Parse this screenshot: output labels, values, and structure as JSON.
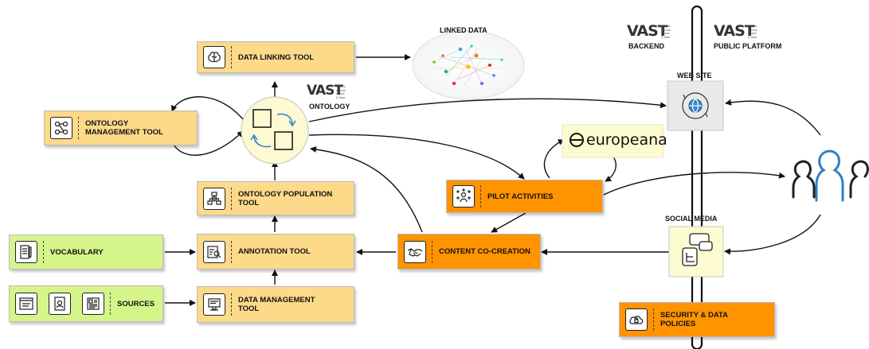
{
  "nodes": {
    "data_linking_tool": "DATA LINKING TOOL",
    "ontology_management_tool": "ONTOLOGY\nMANAGEMENT TOOL",
    "ontology_population_tool": "ONTOLOGY POPULATION\nTOOL",
    "annotation_tool": "ANNOTATION TOOL",
    "data_management_tool": "DATA MANAGEMENT\nTOOL",
    "vocabulary": "VOCABULARY",
    "sources": "SOURCES",
    "pilot_activities": "PILOT ACTIVITIES",
    "content_co_creation": "CONTENT CO-CREATION",
    "security_data_policies": "SECURITY & DATA\nPOLICIES"
  },
  "labels": {
    "linked_data": "LINKED DATA",
    "ontology": "ONTOLOGY",
    "backend": "BACKEND",
    "public_platform": "PUBLIC PLATFORM",
    "web_site": "WEB SITE",
    "social_media": "SOCIAL MEDIA",
    "europeana": "europeana"
  },
  "logos": {
    "vast": "VAST",
    "vast_tagline": "values\nacross\nspace\n& time"
  },
  "icons": [
    "brain-icon",
    "graph-nodes-icon",
    "ontology-cycle-icon",
    "network-icon",
    "document-search-icon",
    "notebook-pencil-icon",
    "browser-window-icon",
    "id-card-icon",
    "newspaper-icon",
    "computer-icon",
    "handshake-icon",
    "collaboration-icon",
    "cloud-lock-icon",
    "globe-refresh-icon",
    "social-media-chat-icon",
    "users-icon",
    "europeana-logo-icon"
  ],
  "colors": {
    "tool_box": "#fdd98a",
    "activity_box": "#ff9300",
    "input_box": "#d5f58a",
    "platform_box": "#e9e9e9",
    "ontology_circle": "#fdf9d2",
    "social_box": "#fdfbd0",
    "users_blue": "#2f7fc4",
    "users_dark": "#222222",
    "arrow": "#111111"
  }
}
